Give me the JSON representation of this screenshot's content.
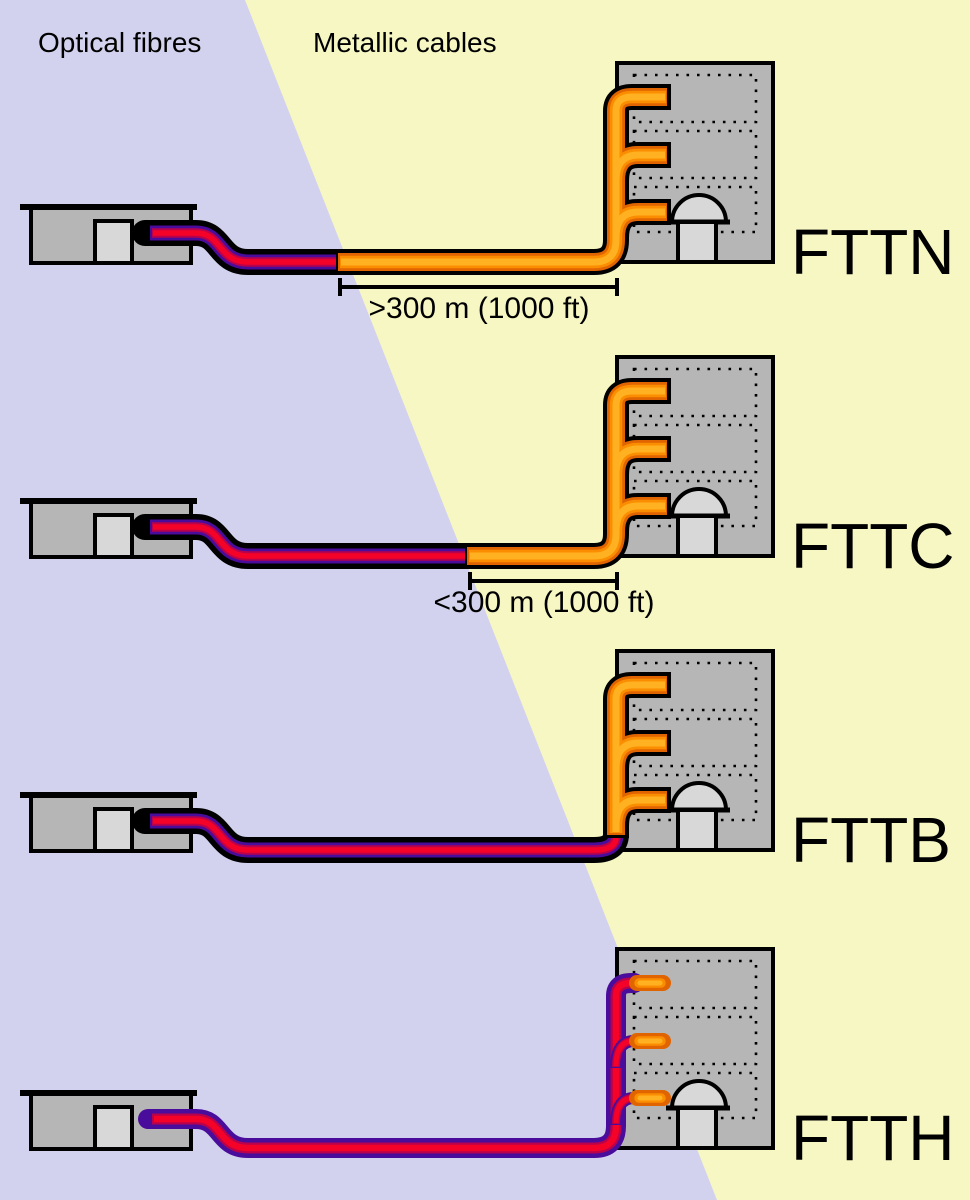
{
  "header": {
    "optical_label": "Optical fibres",
    "metallic_label": "Metallic cables"
  },
  "rows": [
    {
      "label": "FTTN",
      "distance": ">300 m (1000 ft)"
    },
    {
      "label": "FTTC",
      "distance": "<300 m (1000 ft)"
    },
    {
      "label": "FTTB"
    },
    {
      "label": "FTTH"
    }
  ],
  "colors": {
    "optical_region_bg": "#d2d2ee",
    "metallic_region_bg": "#f7f7c4",
    "fiber_sheath": "#000000",
    "fiber_purple": "#4a0d9b",
    "fiber_red": "#f40228",
    "copper_orange_dark": "#e06400",
    "copper_orange_mid": "#fb8d00",
    "copper_orange_light": "#ffb121",
    "building_gray": "#b6b6b6",
    "door_gray": "#d8d8d8"
  }
}
